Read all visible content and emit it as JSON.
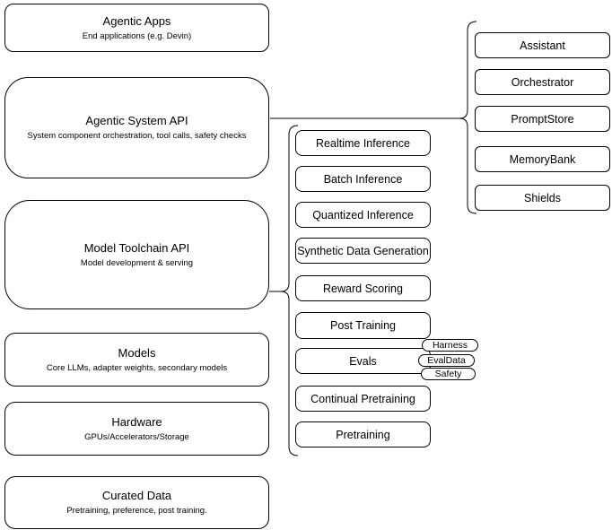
{
  "diagram": {
    "left_stack": [
      {
        "title": "Agentic Apps",
        "subtitle": "End applications (e.g. Devin)"
      },
      {
        "title": "Agentic System API",
        "subtitle": "System component orchestration, tool calls, safety checks"
      },
      {
        "title": "Model Toolchain API",
        "subtitle": "Model development & serving"
      },
      {
        "title": "Models",
        "subtitle": "Core LLMs, adapter weights, secondary models"
      },
      {
        "title": "Hardware",
        "subtitle": "GPUs/Accelerators/Storage"
      },
      {
        "title": "Curated Data",
        "subtitle": "Pretraining, preference, post training."
      }
    ],
    "toolchain_group": {
      "items": [
        "Realtime Inference",
        "Batch Inference",
        "Quantized Inference",
        "Synthetic Data Generation",
        "Reward Scoring",
        "Post Training",
        "Evals",
        "Continual Pretraining",
        "Pretraining"
      ],
      "evals_tags": [
        "Harness",
        "EvalData",
        "Safety"
      ]
    },
    "system_group": {
      "items": [
        "Assistant",
        "Orchestrator",
        "PromptStore",
        "MemoryBank",
        "Shields"
      ]
    },
    "colors": {
      "stroke": "#000000",
      "background": "#ffffff",
      "text": "#000000"
    }
  }
}
